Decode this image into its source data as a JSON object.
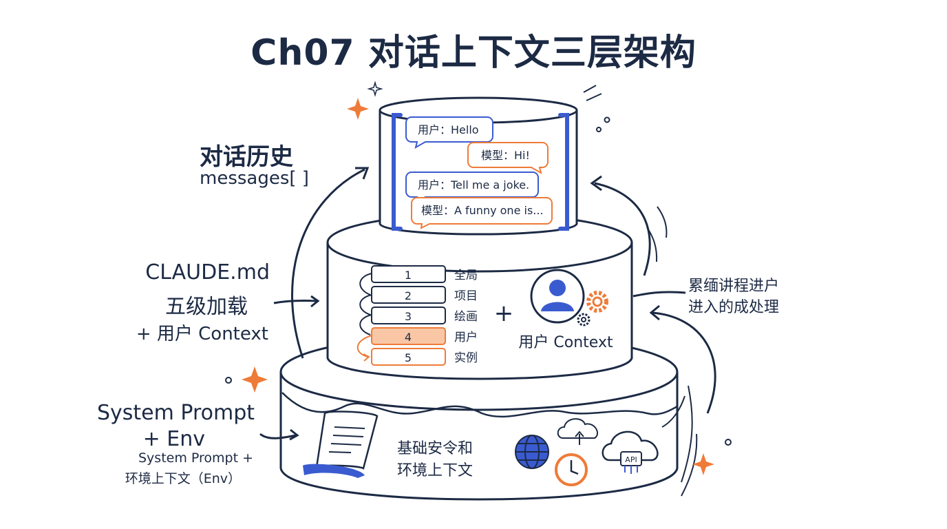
{
  "title": "Ch07 对话上下文三层架构",
  "layer_top": {
    "label_line1": "对话历史",
    "label_line2": "messages[ ]",
    "messages": [
      {
        "role": "user",
        "text": "用户：Hello"
      },
      {
        "role": "model",
        "text": "模型：Hi!"
      },
      {
        "role": "user",
        "text": "用户：Tell me a joke."
      },
      {
        "role": "model",
        "text": "模型：A funny one is..."
      }
    ]
  },
  "layer_middle": {
    "label_line1": "CLAUDE.md",
    "label_line2": "五级加载",
    "label_line3": "+ 用户 Context",
    "levels": [
      {
        "num": "1",
        "name": "全局",
        "highlight": false
      },
      {
        "num": "2",
        "name": "项目",
        "highlight": false
      },
      {
        "num": "3",
        "name": "绘画",
        "highlight": false
      },
      {
        "num": "4",
        "name": "用户",
        "highlight": true
      },
      {
        "num": "5",
        "name": "实例",
        "highlight": false
      }
    ],
    "plus": "+",
    "user_context": "用户 Context"
  },
  "layer_bottom": {
    "label_line1": "System Prompt",
    "label_line2": "+ Env",
    "label_line3": "System Prompt +",
    "label_line4": "环境上下文（Env）",
    "center_line1": "基础安令和",
    "center_line2": "环境上下文",
    "api_text": "API"
  },
  "right_note": {
    "line1": "累缅讲程进户",
    "line2": "进入的成处理"
  },
  "colors": {
    "ink": "#1c2a44",
    "blue": "#3a5bd0",
    "orange": "#ee7b38",
    "orange_fill": "#f9c7a6",
    "bg": "#ffffff"
  }
}
